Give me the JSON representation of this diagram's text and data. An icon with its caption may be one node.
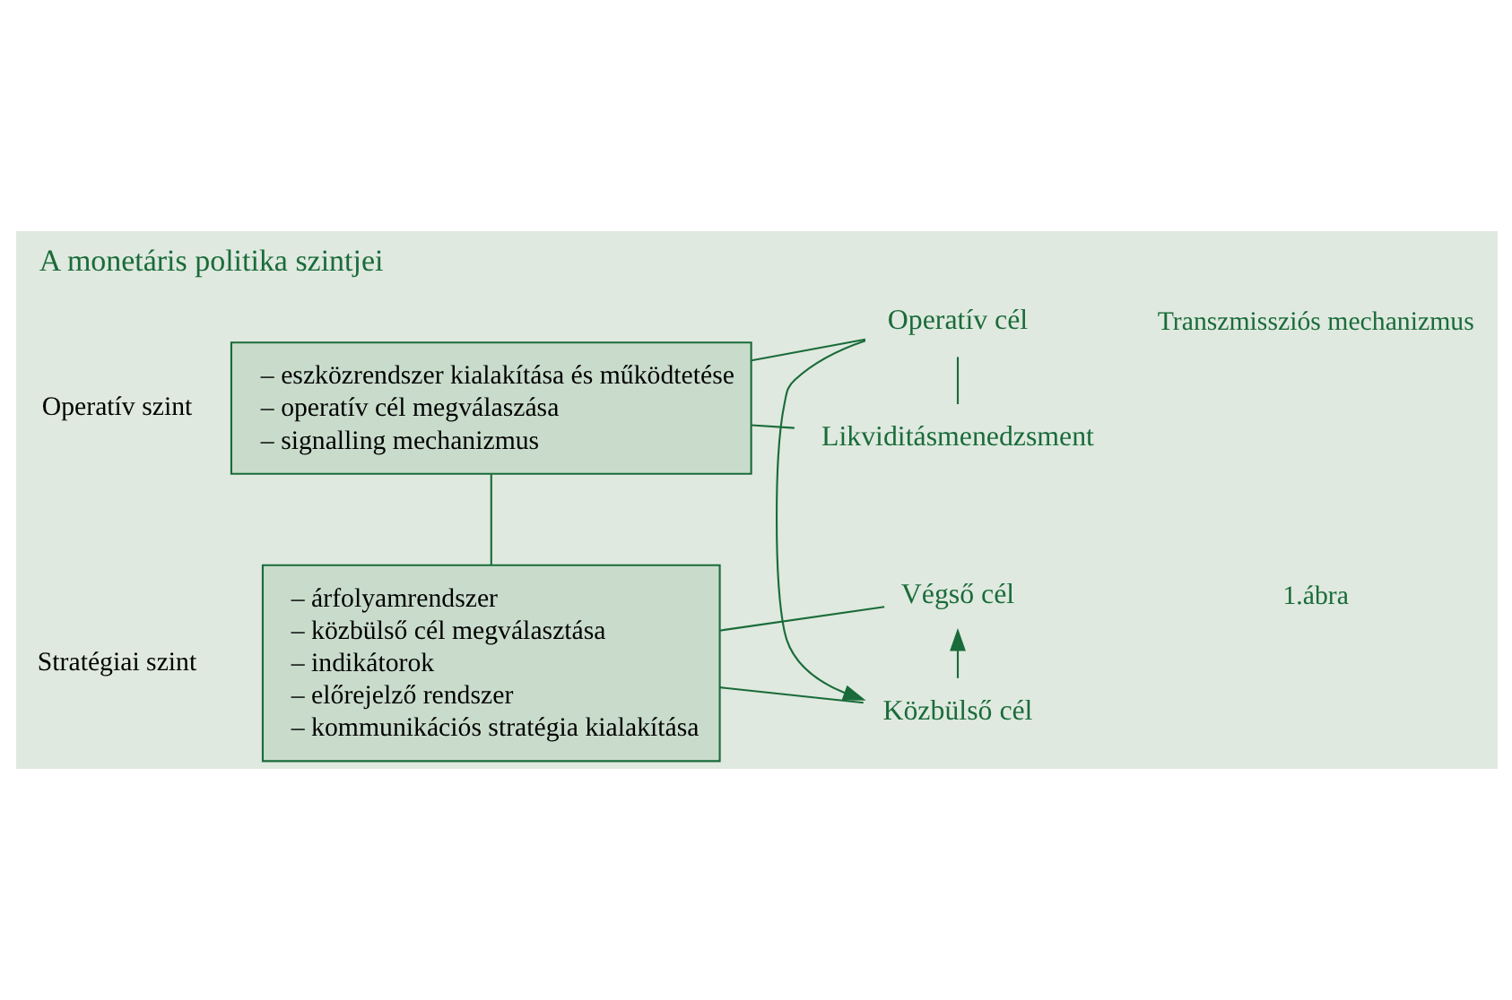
{
  "diagram": {
    "title": "A monetáris politika szintjei",
    "nodes": [
      {
        "text": [
          "– árfolyamrendszer",
          "– közbülső cél megválasztása",
          "– indikátorok",
          "– előrejelző rendszer",
          "– kommunikációs stratégia kialakítása"
        ],
        "beside": [
          "Stratégiai szint"
        ]
      },
      {
        "text": [
          "– eszközrendszer kialakítása és működtetése",
          "– operatív cél megválaszása",
          "– signalling mechanizmus"
        ],
        "beside": [
          "Operatív szint"
        ]
      },
      {
        "text": [
          "Végső cél"
        ]
      },
      {
        "text": [
          "Közbülső cél"
        ]
      },
      {
        "text": [
          "Operatív cél"
        ]
      },
      {
        "text": [
          "Likviditásmenedzsment"
        ]
      }
    ],
    "edges": [
      {
        "from": 0,
        "to": 2,
        "arrow": "none"
      },
      {
        "from": 3,
        "to": 2,
        "arrow": "to"
      },
      {
        "from": 0,
        "to": 3,
        "arrow": "none"
      },
      {
        "from": 4,
        "to": 3,
        "arrow": "to"
      },
      {
        "from": 0,
        "to": 1,
        "arrow": "none"
      },
      {
        "from": 1,
        "to": 4,
        "arrow": "none"
      },
      {
        "from": 5,
        "to": 4,
        "arrow": "none"
      },
      {
        "from": 1,
        "to": 5,
        "arrow": "none"
      }
    ],
    "labels": [
      "1.ábra",
      "Transzmissziós mechanizmus"
    ]
  }
}
